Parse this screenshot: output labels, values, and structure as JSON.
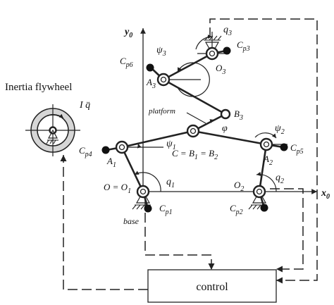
{
  "labels": {
    "y0": "y",
    "y0_sub": "0",
    "x0": "x",
    "x0_sub": "0",
    "q3": "q",
    "q3_sub": "3",
    "psi3": "ψ",
    "psi3_sub": "3",
    "cp3": "C",
    "cp3_sub": "p3",
    "cp6": "C",
    "cp6_sub": "p6",
    "o3": "O",
    "o3_sub": "3",
    "a3": "A",
    "a3_sub": "3",
    "inertia_flywheel": "Inertia flywheel",
    "i_qdd": "I q̈",
    "platform": "platform",
    "b3": "B",
    "b3_sub": "3",
    "phi": "φ",
    "psi2": "ψ",
    "psi2_sub": "2",
    "cp4": "C",
    "cp4_sub": "p4",
    "a1": "A",
    "a1_sub": "1",
    "psi1": "ψ",
    "psi1_sub": "1",
    "c_eq": "C = B",
    "c_eq_sub1": "1",
    "c_eq_mid": " = B",
    "c_eq_sub2": "2",
    "a2": "A",
    "a2_sub": "2",
    "cp5": "C",
    "cp5_sub": "p5",
    "q2": "q",
    "q2_sub": "2",
    "q1": "q",
    "q1_sub": "1",
    "o_eq": "O = O",
    "o_eq_sub": "1",
    "o2": "O",
    "o2_sub": "2",
    "cp1": "C",
    "cp1_sub": "p1",
    "cp2": "C",
    "cp2_sub": "p2",
    "base": "base",
    "control": "control"
  }
}
